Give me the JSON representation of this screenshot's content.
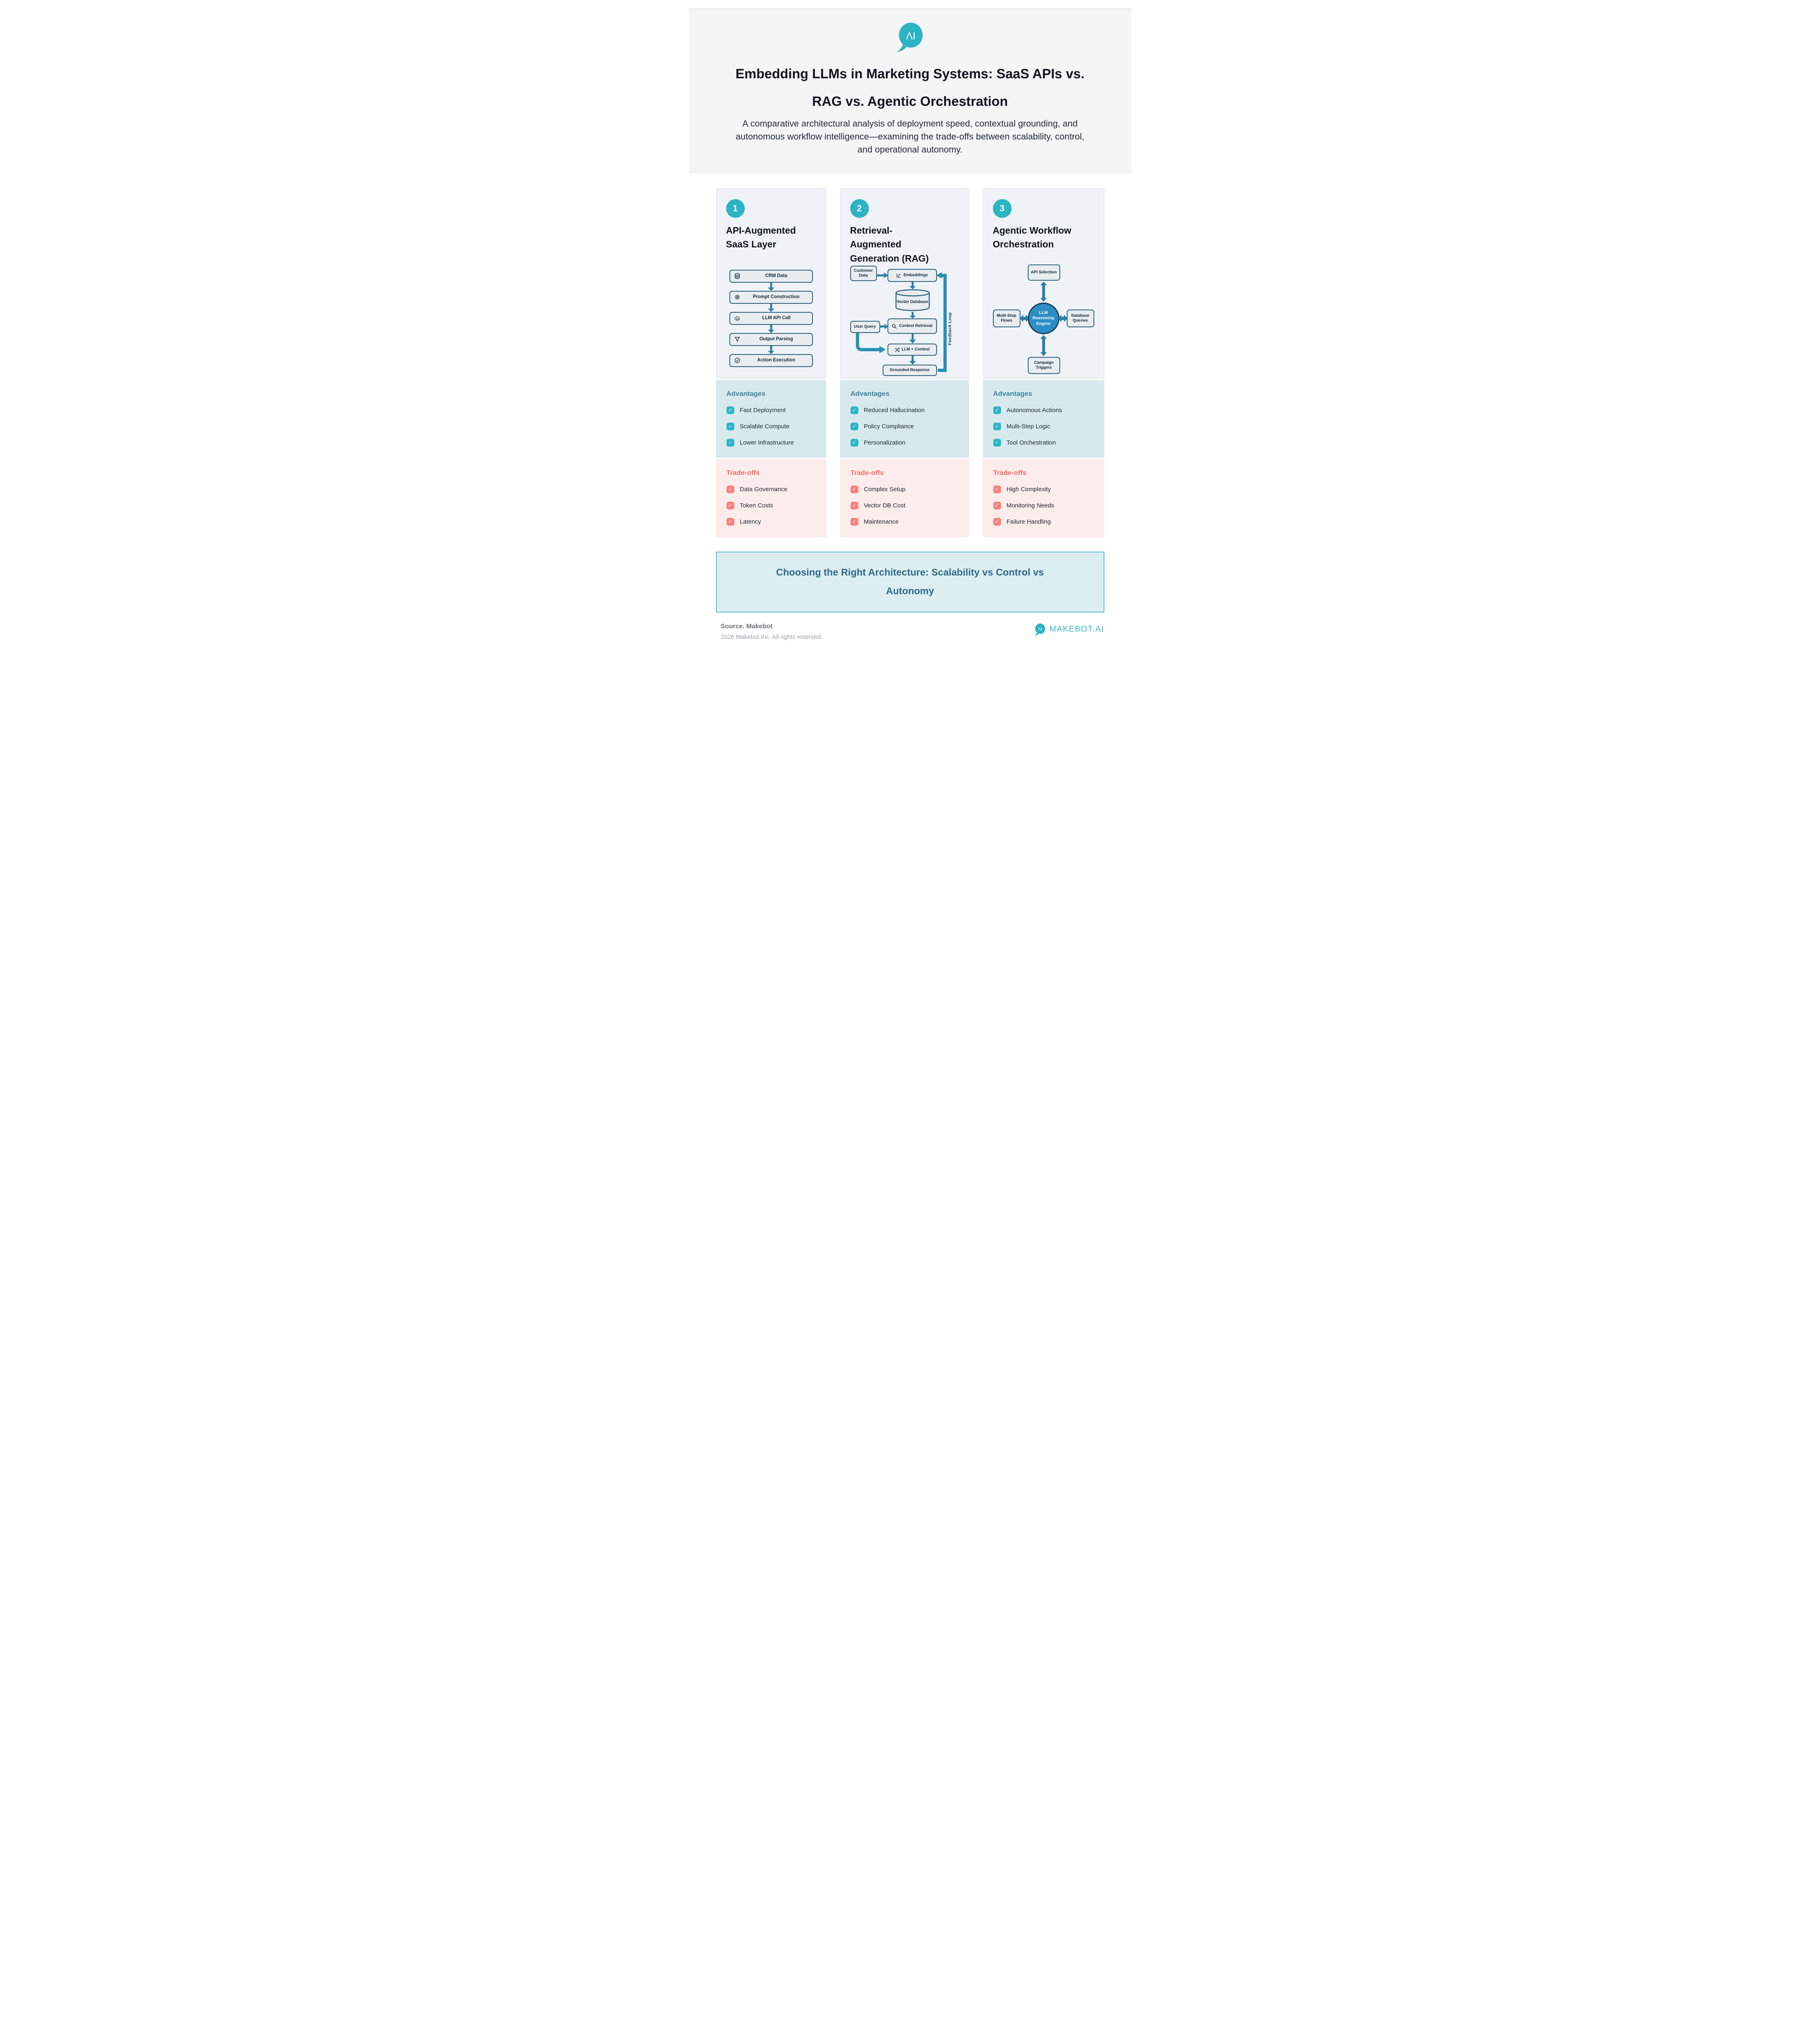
{
  "header": {
    "logo_text": "ΛI",
    "title": "Embedding LLMs in Marketing Systems: SaaS APIs vs. RAG vs. Agentic Orchestration",
    "subtitle": "A comparative architectural analysis of deployment speed, contextual grounding, and autonomous workflow intelligence—examining the trade-offs between scalability, control, and operational autonomy."
  },
  "glyphs": {
    "check": "✓"
  },
  "colors": {
    "accent": "#2cb3c4",
    "advantage_bg": "#d8e9ee",
    "advantage_heading": "#3e82a2",
    "tradeoff_bg": "#fcecec",
    "tradeoff_heading": "#f56b6b",
    "tradeoff_check": "#f88080",
    "diagram_arrow": "#2a7ea8",
    "hub_circle": "#2b8ec5",
    "banner_text": "#2d6b85",
    "banner_border": "#5ab9cd"
  },
  "columns": [
    {
      "number": "1",
      "title": "API-Augmented SaaS Layer",
      "diagram": {
        "type": "vertical-flow",
        "steps": [
          {
            "icon": "database-icon",
            "label": "CRM Data"
          },
          {
            "icon": "gear-icon",
            "label": "Prompt Construction"
          },
          {
            "icon": "cloud-api-icon",
            "label": "LLM API Call"
          },
          {
            "icon": "funnel-icon",
            "label": "Output Parsing"
          },
          {
            "icon": "check-circle-icon",
            "label": "Action Execution"
          }
        ]
      },
      "advantages": {
        "heading": "Advantages",
        "items": [
          "Fast Deployment",
          "Scalable Compute",
          "Lower Infrastructure"
        ]
      },
      "tradeoffs": {
        "heading": "Trade-offs",
        "items": [
          "Data Governance",
          "Token Costs",
          "Latency"
        ]
      }
    },
    {
      "number": "2",
      "title": "Retrieval-Augmented Generation (RAG)",
      "diagram": {
        "type": "rag-flow",
        "nodes": {
          "customer_data": "Customer Data",
          "embeddings": "Embeddings",
          "vector_database": "Vector Database",
          "user_query": "User Query",
          "context_retrieval": "Context Retrieval",
          "llm_context": "LLM + Context",
          "grounded_response": "Grounded Response",
          "feedback_label": "Feedback Loop"
        }
      },
      "advantages": {
        "heading": "Advantages",
        "items": [
          "Reduced Hallucination",
          "Policy Compliance",
          "Personalization"
        ]
      },
      "tradeoffs": {
        "heading": "Trade-offs",
        "items": [
          "Complex Setup",
          "Vector DB Cost",
          "Maintenance"
        ]
      }
    },
    {
      "number": "3",
      "title": "Agentic Workflow Orchestration",
      "diagram": {
        "type": "hub-spoke",
        "center": "LLM Reasoning Engine",
        "spokes": {
          "top": "API Selection",
          "right": "Database Queries",
          "bottom": "Campaign Triggers",
          "left": "Multi-Step Flows"
        }
      },
      "advantages": {
        "heading": "Advantages",
        "items": [
          "Autonomous Actions",
          "Multi-Step Logic",
          "Tool Orchestration"
        ]
      },
      "tradeoffs": {
        "heading": "Trade-offs",
        "items": [
          "High Complexity",
          "Monitoring Needs",
          "Failure Handling"
        ]
      }
    }
  ],
  "banner": {
    "text": "Choosing the Right Architecture: Scalability vs Control vs Autonomy"
  },
  "footer": {
    "source_label": "Source. Makebot",
    "copyright": "2026 Makebot.Inc. All rights reserved.",
    "brand": "MAKEBOT.AI"
  }
}
